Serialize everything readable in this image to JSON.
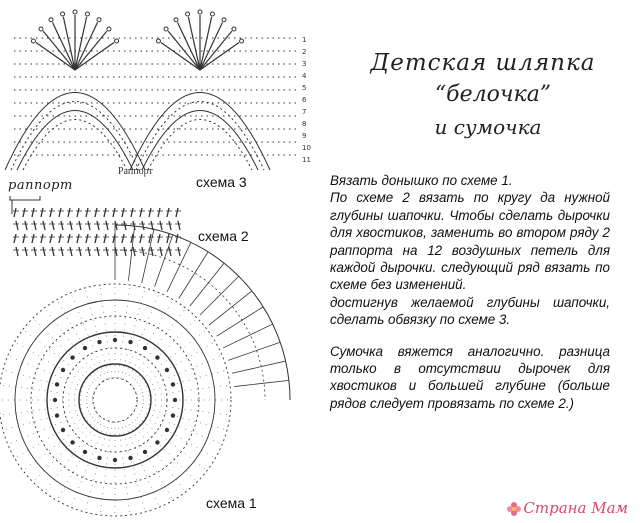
{
  "title": {
    "line1": "Детская шляпка",
    "line2": "“белочка”",
    "line3": "и сумочка"
  },
  "labels": {
    "scheme3": "схема 3",
    "scheme2": "схема 2",
    "scheme1": "схема 1",
    "rapport_small": "Раппорт",
    "rapport_hand": "раппорт"
  },
  "instructions": {
    "p1": "Вязать донышко по схеме 1.",
    "p2": "По схеме 2 вязать по кругу да нужной глубины шапочки. Чтобы сделать дырочки для хвостиков, заменить во втором ряду 2 раппорта на 12 воздушных петель для каждой дырочки. следующий ряд вязать по схеме без изменений.",
    "p3": "достигнув желаемой глубины шапочки, сделать обвязку по схеме 3.",
    "p4": "Сумочка вяжется аналогично. разница только в отсутствии дырочек для хвостиков и большей глубине (больше рядов следует провязать по схеме 2.)"
  },
  "watermark": {
    "text": "Страна Мам",
    "color": "#d94a6a",
    "icon": "flower-icon"
  }
}
